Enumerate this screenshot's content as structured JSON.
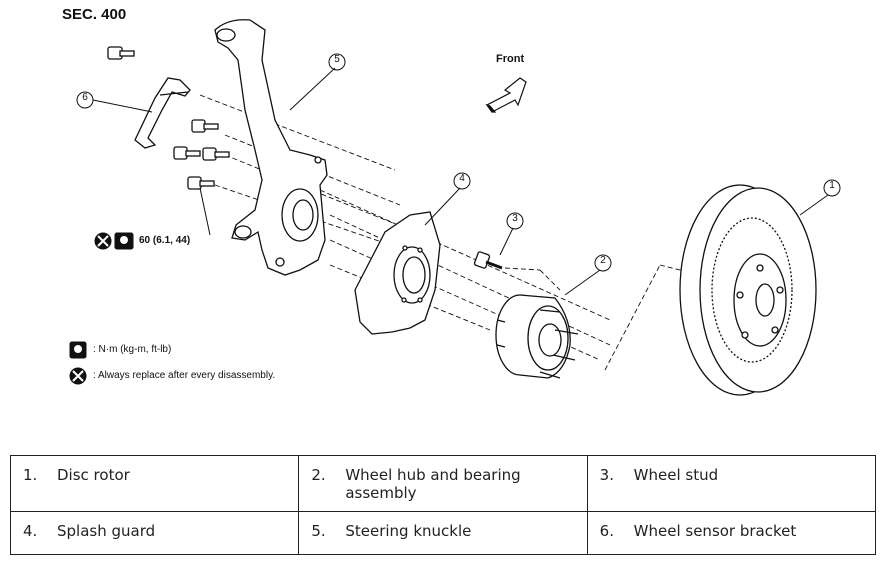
{
  "header": {
    "section": "SEC. 400"
  },
  "direction_label": "Front",
  "torque_spec": "60 (6.1, 44)",
  "callouts": [
    "1",
    "2",
    "3",
    "4",
    "5",
    "6"
  ],
  "legend": {
    "torque_units": ": N·m (kg-m, ft-lb)",
    "replace_note": ": Always replace after every disassembly."
  },
  "parts_table": {
    "rows": [
      [
        {
          "num": "1.",
          "name": "Disc rotor"
        },
        {
          "num": "2.",
          "name": "Wheel hub and bearing assembly"
        },
        {
          "num": "3.",
          "name": "Wheel stud"
        }
      ],
      [
        {
          "num": "4.",
          "name": "Splash guard"
        },
        {
          "num": "5.",
          "name": "Steering knuckle"
        },
        {
          "num": "6.",
          "name": "Wheel sensor bracket"
        }
      ]
    ]
  }
}
